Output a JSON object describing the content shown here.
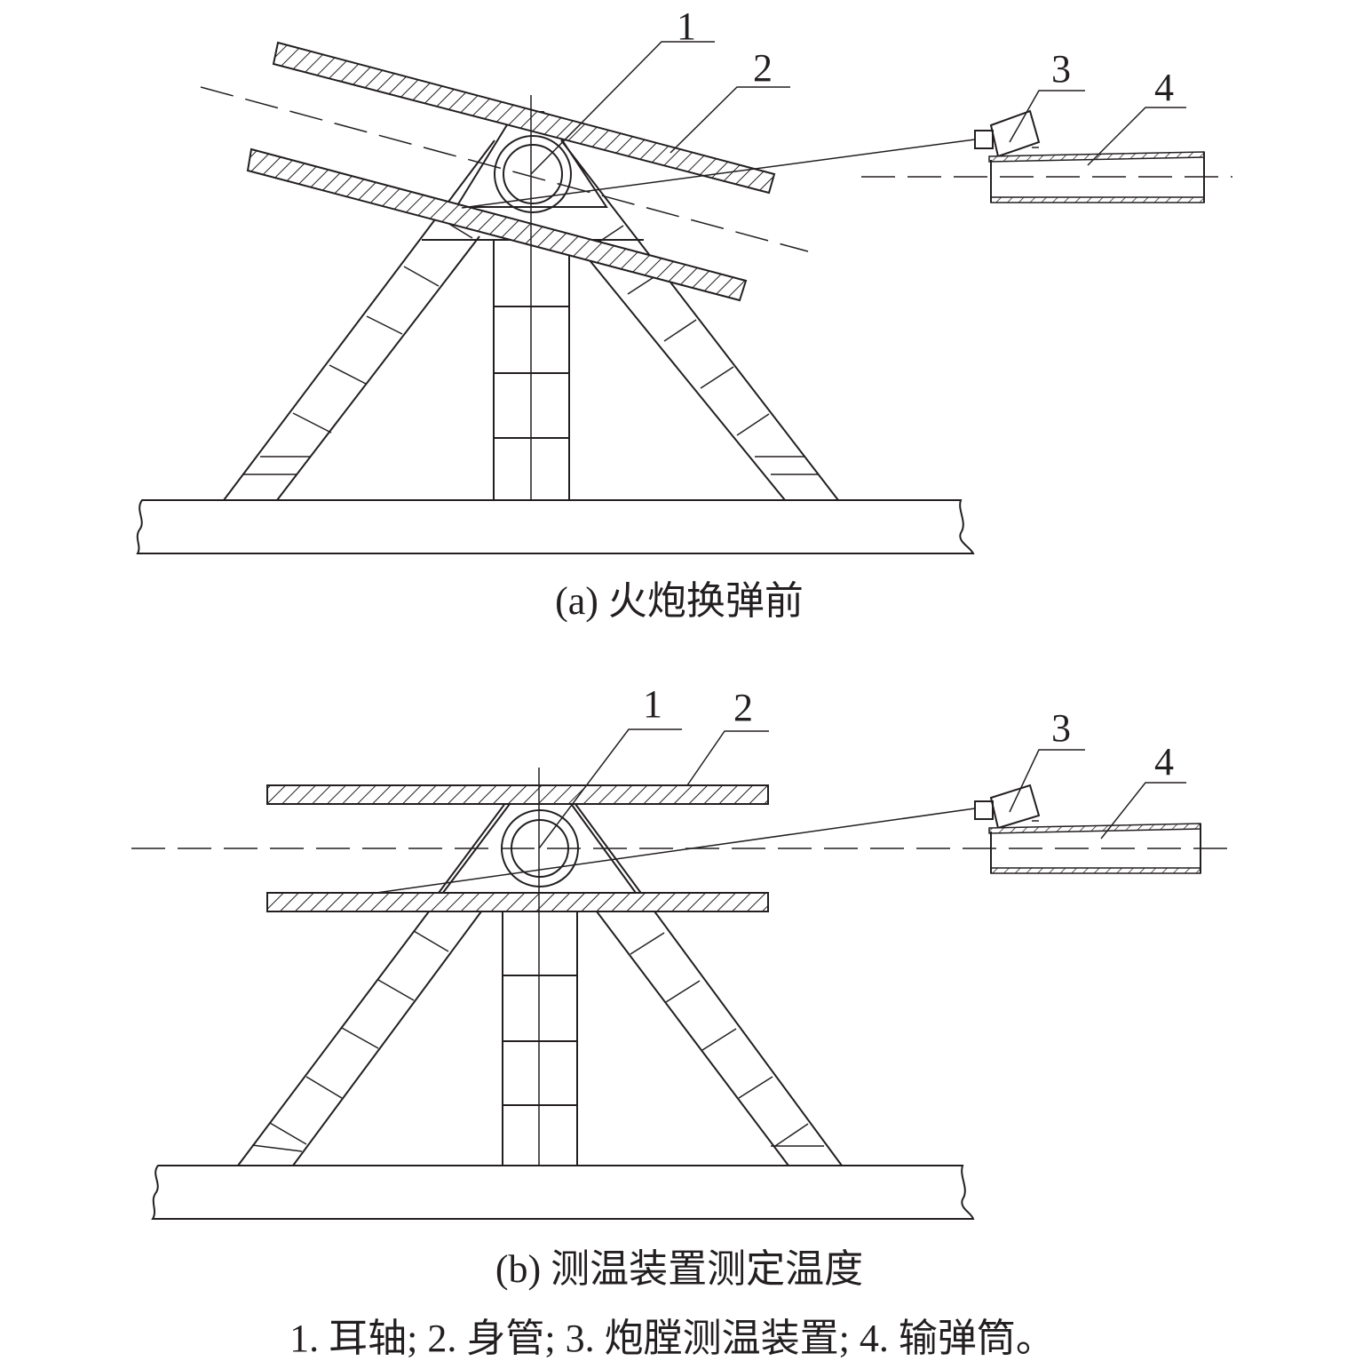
{
  "panel_a": {
    "caption": "(a) 火炮换弹前",
    "labels": [
      "1",
      "2",
      "3",
      "4"
    ]
  },
  "panel_b": {
    "caption": "(b) 测温装置测定温度",
    "labels": [
      "1",
      "2",
      "3",
      "4"
    ]
  },
  "legend": "1. 耳轴; 2. 身管; 3. 炮膛测温装置; 4. 输弹筒。"
}
